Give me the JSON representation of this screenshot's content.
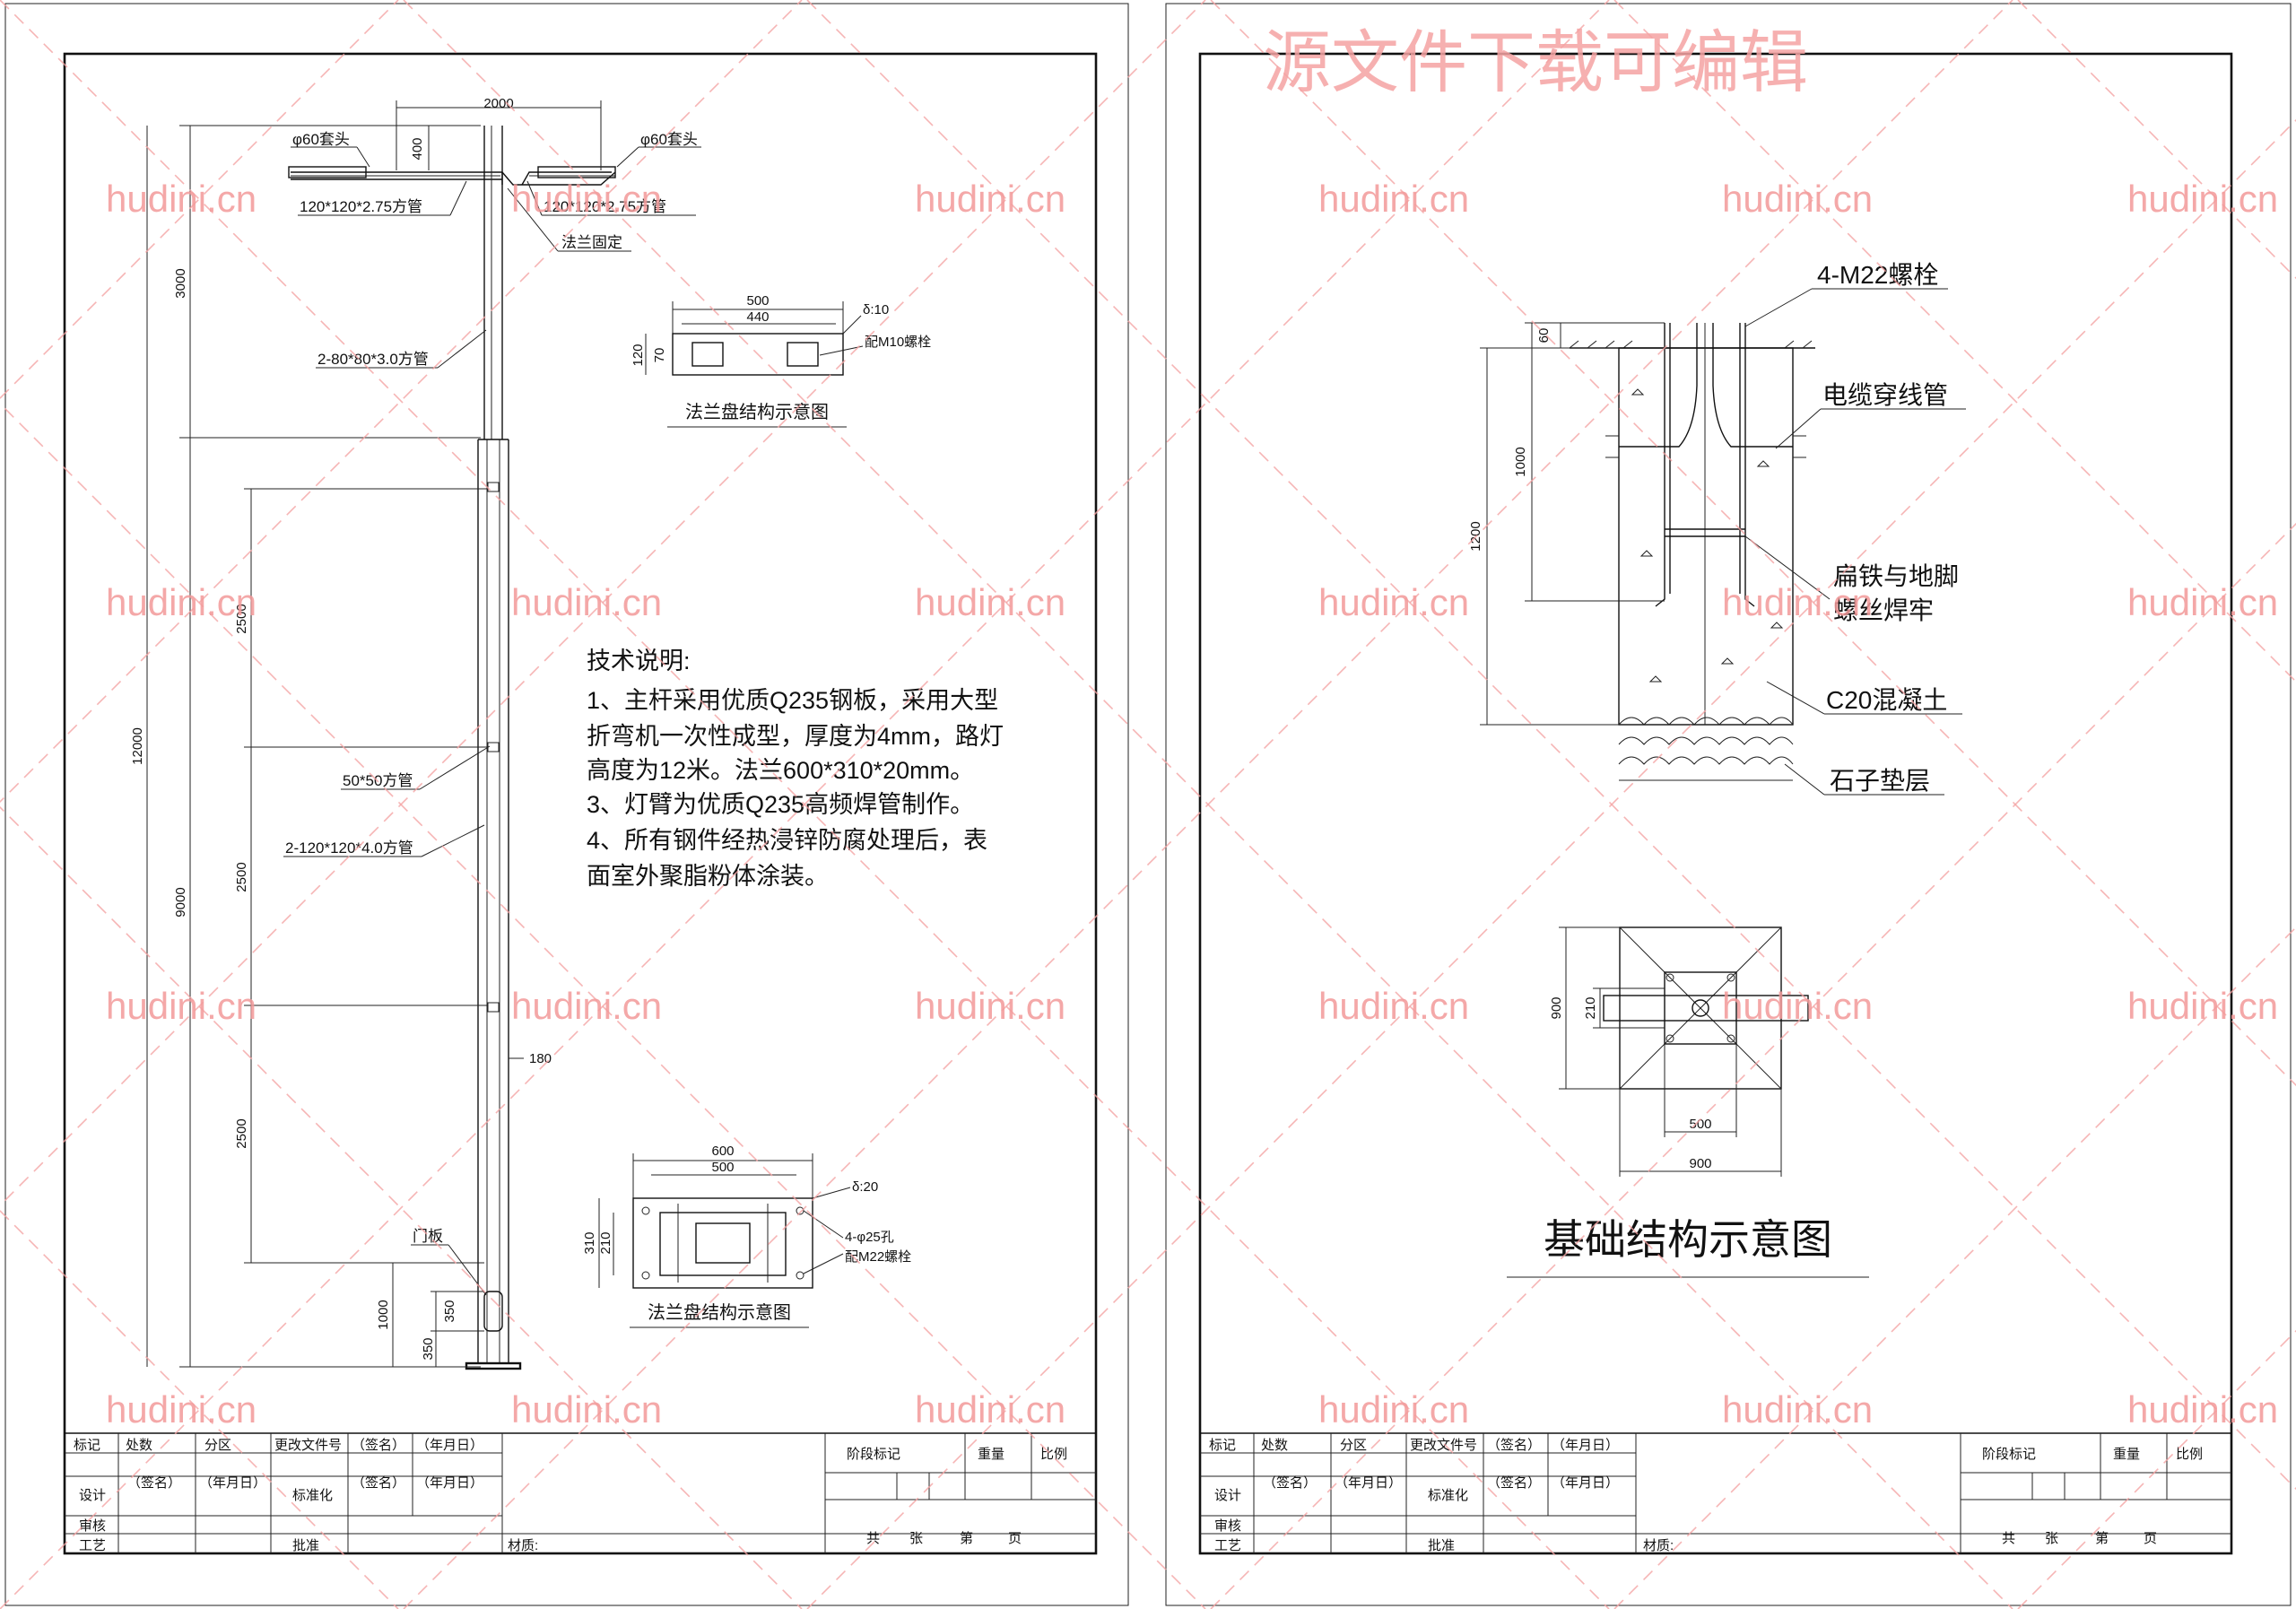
{
  "watermark": {
    "domain_text": "hudini.cn",
    "banner": "源文件下载可编辑",
    "color": "#f39a9a"
  },
  "left_sheet": {
    "arm_dims": {
      "span": "2000",
      "rise": "400",
      "pole_width": "180"
    },
    "arm_labels": {
      "cap_left": "φ60套头",
      "cap_right": "φ60套头",
      "arm_left": "120*120*2.75方管",
      "arm_right": "120*120*2.75方管",
      "flange_fix": "法兰固定",
      "upper_tube": "2-80*80*3.0方管",
      "brace": "50*50方管",
      "lower_tube": "2-120*120*4.0方管",
      "door": "门板"
    },
    "height_dims": {
      "total": "12000",
      "top": "3000",
      "main": "9000",
      "seg1": "2500",
      "seg2": "2500",
      "seg3": "2500",
      "base": "1000",
      "door_h": "350",
      "door_off": "350"
    },
    "flange_small": {
      "w_outer": "500",
      "w_inner": "440",
      "h_outer": "120",
      "h_inner": "70",
      "thickness": "δ:10",
      "bolt": "配M10螺栓",
      "caption": "法兰盘结构示意图"
    },
    "flange_large": {
      "w_outer": "600",
      "w_inner": "500",
      "h_outer": "310",
      "h_inner": "210",
      "thickness": "δ:20",
      "holes": "4-φ25孔",
      "bolt": "配M22螺栓",
      "caption": "法兰盘结构示意图"
    },
    "notes": {
      "heading": "技术说明:",
      "lines": [
        "1、主杆采用优质Q235钢板，采用大型",
        "折弯机一次性成型，厚度为4mm，路灯",
        "高度为12米。法兰600*310*20mm。",
        "3、灯臂为优质Q235高频焊管制作。",
        "4、所有钢件经热浸锌防腐处理后，表",
        "面室外聚脂粉体涂装。"
      ]
    }
  },
  "right_sheet": {
    "labels": {
      "bolts": "4-M22螺栓",
      "conduit": "电缆穿线管",
      "weld_line1": "扁铁与地脚",
      "weld_line2": "螺丝焊牢",
      "concrete": "C20混凝土",
      "gravel": "石子垫层"
    },
    "dims": {
      "above_ground": "60",
      "anchor": "1000",
      "depth": "1200",
      "plan_h": "900",
      "plan_inner_h": "210",
      "plan_inner_w": "500",
      "plan_w": "900"
    },
    "title": "基础结构示意图"
  },
  "title_block": {
    "mark": "标记",
    "count": "处数",
    "zone": "分区",
    "change_doc": "更改文件号",
    "sign": "（签名）",
    "date": "（年月日）",
    "stage_mark": "阶段标记",
    "weight": "重量",
    "scale": "比例",
    "design": "设计",
    "standard": "标准化",
    "review": "审核",
    "process": "工艺",
    "approve": "批准",
    "material": "材质:",
    "sheets": "共",
    "sheet_word": "张",
    "page_no": "第",
    "page_word": "页"
  }
}
